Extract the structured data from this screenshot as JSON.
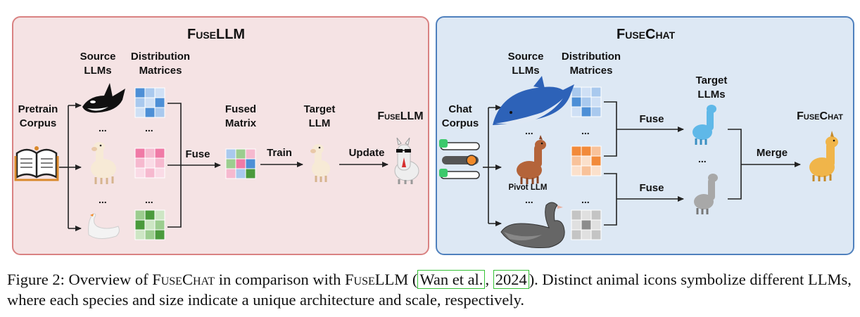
{
  "fusellm": {
    "title": "FuseLLM",
    "source_llms": "Source\nLLMs",
    "distribution_matrices": "Distribution\nMatrices",
    "pretrain_corpus": "Pretrain\nCorpus",
    "fuse": "Fuse",
    "fused_matrix": "Fused\nMatrix",
    "train": "Train",
    "target_llm": "Target\nLLM",
    "update": "Update",
    "result": "FuseLLM",
    "dots": "..."
  },
  "fusechat": {
    "title": "FuseChat",
    "source_llms": "Source\nLLMs",
    "distribution_matrices": "Distribution\nMatrices",
    "chat_corpus": "Chat\nCorpus",
    "pivot_llm": "Pivot LLM",
    "fuse_top": "Fuse",
    "fuse_bottom": "Fuse",
    "target_llms": "Target\nLLMs",
    "merge": "Merge",
    "result": "FuseChat",
    "dots": "..."
  },
  "caption": {
    "prefix": "Figure 2: Overview of ",
    "fusechat": "FuseChat",
    "middle": " in comparison with ",
    "fusellm": "FuseLLM",
    "open": " (",
    "cite_authors": "Wan et al.",
    "cite_sep": ", ",
    "cite_year": "2024",
    "rest": "). Distinct animal icons symbolize different LLMs, where each species and size indicate a unique architecture and scale, respectively."
  },
  "colors": {
    "left_panel_bg": "#f5e3e4",
    "left_panel_border": "#d98282",
    "right_panel_bg": "#dde8f4",
    "right_panel_border": "#4f80bd",
    "matrix_blue": "#4d8fd6",
    "matrix_pink": "#f07aa6",
    "matrix_green": "#4a9a3c",
    "matrix_orange": "#f28a3a",
    "matrix_gray": "#8c8c8c",
    "citation_box": "#36c236"
  },
  "icons": [
    "orca-icon",
    "alpaca-icon",
    "swan-icon",
    "book-icon",
    "llama-sunglasses-icon",
    "whale-icon",
    "chat-bubbles-icon",
    "llama-icon"
  ]
}
